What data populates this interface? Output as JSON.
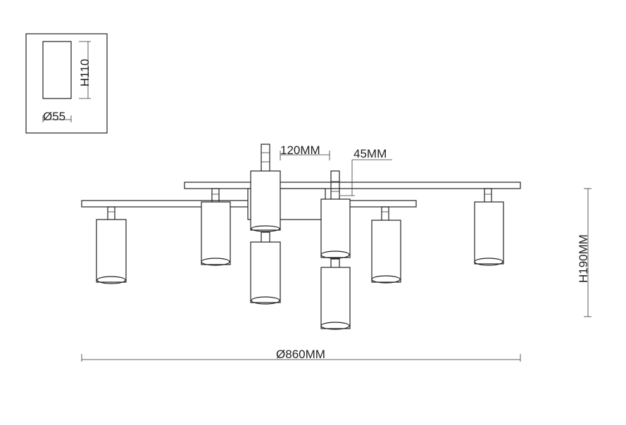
{
  "inset": {
    "height_label": "H110",
    "diameter_label": "Ø55"
  },
  "dimensions": {
    "spacing_label": "120MM",
    "depth_label": "45MM",
    "height_label": "H190MM",
    "diameter_label": "Ø860MM"
  },
  "colors": {
    "line": "#222222",
    "background": "#ffffff"
  }
}
